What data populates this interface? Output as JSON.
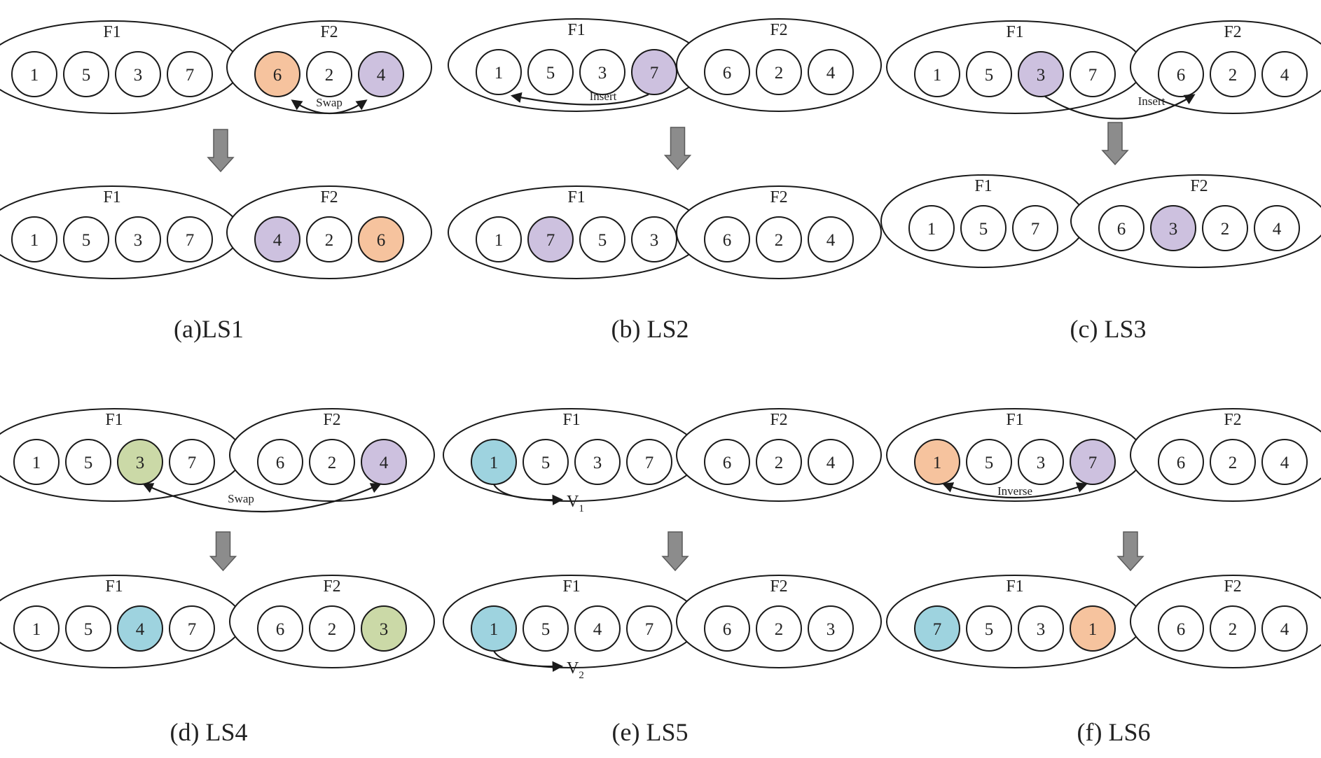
{
  "colors": {
    "white": "#ffffff",
    "orange": "#f6c39e",
    "purple": "#cdc1df",
    "green": "#cbd9a7",
    "blue": "#9ed3df"
  },
  "panels": [
    {
      "caption": "(a)LS1",
      "op": "Swap",
      "before": [
        {
          "label": "F1",
          "nodes": [
            {
              "v": "1",
              "c": "white"
            },
            {
              "v": "5",
              "c": "white"
            },
            {
              "v": "3",
              "c": "white"
            },
            {
              "v": "7",
              "c": "white"
            }
          ]
        },
        {
          "label": "F2",
          "nodes": [
            {
              "v": "6",
              "c": "orange"
            },
            {
              "v": "2",
              "c": "white"
            },
            {
              "v": "4",
              "c": "purple"
            }
          ]
        }
      ],
      "after": [
        {
          "label": "F1",
          "nodes": [
            {
              "v": "1",
              "c": "white"
            },
            {
              "v": "5",
              "c": "white"
            },
            {
              "v": "3",
              "c": "white"
            },
            {
              "v": "7",
              "c": "white"
            }
          ]
        },
        {
          "label": "F2",
          "nodes": [
            {
              "v": "4",
              "c": "purple"
            },
            {
              "v": "2",
              "c": "white"
            },
            {
              "v": "6",
              "c": "orange"
            }
          ]
        }
      ]
    },
    {
      "caption": "(b) LS2",
      "op": "Insert",
      "before": [
        {
          "label": "F1",
          "nodes": [
            {
              "v": "1",
              "c": "white"
            },
            {
              "v": "5",
              "c": "white"
            },
            {
              "v": "3",
              "c": "white"
            },
            {
              "v": "7",
              "c": "purple"
            }
          ]
        },
        {
          "label": "F2",
          "nodes": [
            {
              "v": "6",
              "c": "white"
            },
            {
              "v": "2",
              "c": "white"
            },
            {
              "v": "4",
              "c": "white"
            }
          ]
        }
      ],
      "after": [
        {
          "label": "F1",
          "nodes": [
            {
              "v": "1",
              "c": "white"
            },
            {
              "v": "7",
              "c": "purple"
            },
            {
              "v": "5",
              "c": "white"
            },
            {
              "v": "3",
              "c": "white"
            }
          ]
        },
        {
          "label": "F2",
          "nodes": [
            {
              "v": "6",
              "c": "white"
            },
            {
              "v": "2",
              "c": "white"
            },
            {
              "v": "4",
              "c": "white"
            }
          ]
        }
      ]
    },
    {
      "caption": "(c) LS3",
      "op": "Insert",
      "before": [
        {
          "label": "F1",
          "nodes": [
            {
              "v": "1",
              "c": "white"
            },
            {
              "v": "5",
              "c": "white"
            },
            {
              "v": "3",
              "c": "purple"
            },
            {
              "v": "7",
              "c": "white"
            }
          ]
        },
        {
          "label": "F2",
          "nodes": [
            {
              "v": "6",
              "c": "white"
            },
            {
              "v": "2",
              "c": "white"
            },
            {
              "v": "4",
              "c": "white"
            }
          ]
        }
      ],
      "after": [
        {
          "label": "F1",
          "nodes": [
            {
              "v": "1",
              "c": "white"
            },
            {
              "v": "5",
              "c": "white"
            },
            {
              "v": "7",
              "c": "white"
            }
          ]
        },
        {
          "label": "F2",
          "nodes": [
            {
              "v": "6",
              "c": "white"
            },
            {
              "v": "3",
              "c": "purple"
            },
            {
              "v": "2",
              "c": "white"
            },
            {
              "v": "4",
              "c": "white"
            }
          ]
        }
      ]
    },
    {
      "caption": "(d) LS4",
      "op": "Swap",
      "before": [
        {
          "label": "F1",
          "nodes": [
            {
              "v": "1",
              "c": "white"
            },
            {
              "v": "5",
              "c": "white"
            },
            {
              "v": "3",
              "c": "green"
            },
            {
              "v": "7",
              "c": "white"
            }
          ]
        },
        {
          "label": "F2",
          "nodes": [
            {
              "v": "6",
              "c": "white"
            },
            {
              "v": "2",
              "c": "white"
            },
            {
              "v": "4",
              "c": "purple"
            }
          ]
        }
      ],
      "after": [
        {
          "label": "F1",
          "nodes": [
            {
              "v": "1",
              "c": "white"
            },
            {
              "v": "5",
              "c": "white"
            },
            {
              "v": "4",
              "c": "blue"
            },
            {
              "v": "7",
              "c": "white"
            }
          ]
        },
        {
          "label": "F2",
          "nodes": [
            {
              "v": "6",
              "c": "white"
            },
            {
              "v": "2",
              "c": "white"
            },
            {
              "v": "3",
              "c": "green"
            }
          ]
        }
      ]
    },
    {
      "caption": "(e) LS5",
      "op": "",
      "before_mark": "V",
      "before_sub": "1",
      "after_mark": "V",
      "after_sub": "2",
      "before": [
        {
          "label": "F1",
          "nodes": [
            {
              "v": "1",
              "c": "blue"
            },
            {
              "v": "5",
              "c": "white"
            },
            {
              "v": "3",
              "c": "white"
            },
            {
              "v": "7",
              "c": "white"
            }
          ]
        },
        {
          "label": "F2",
          "nodes": [
            {
              "v": "6",
              "c": "white"
            },
            {
              "v": "2",
              "c": "white"
            },
            {
              "v": "4",
              "c": "white"
            }
          ]
        }
      ],
      "after": [
        {
          "label": "F1",
          "nodes": [
            {
              "v": "1",
              "c": "blue"
            },
            {
              "v": "5",
              "c": "white"
            },
            {
              "v": "4",
              "c": "white"
            },
            {
              "v": "7",
              "c": "white"
            }
          ]
        },
        {
          "label": "F2",
          "nodes": [
            {
              "v": "6",
              "c": "white"
            },
            {
              "v": "2",
              "c": "white"
            },
            {
              "v": "3",
              "c": "white"
            }
          ]
        }
      ]
    },
    {
      "caption": "(f) LS6",
      "op": "Inverse",
      "before": [
        {
          "label": "F1",
          "nodes": [
            {
              "v": "1",
              "c": "orange"
            },
            {
              "v": "5",
              "c": "white"
            },
            {
              "v": "3",
              "c": "white"
            },
            {
              "v": "7",
              "c": "purple"
            }
          ]
        },
        {
          "label": "F2",
          "nodes": [
            {
              "v": "6",
              "c": "white"
            },
            {
              "v": "2",
              "c": "white"
            },
            {
              "v": "4",
              "c": "white"
            }
          ]
        }
      ],
      "after": [
        {
          "label": "F1",
          "nodes": [
            {
              "v": "7",
              "c": "blue"
            },
            {
              "v": "5",
              "c": "white"
            },
            {
              "v": "3",
              "c": "white"
            },
            {
              "v": "1",
              "c": "orange"
            }
          ]
        },
        {
          "label": "F2",
          "nodes": [
            {
              "v": "6",
              "c": "white"
            },
            {
              "v": "2",
              "c": "white"
            },
            {
              "v": "4",
              "c": "white"
            }
          ]
        }
      ]
    }
  ]
}
